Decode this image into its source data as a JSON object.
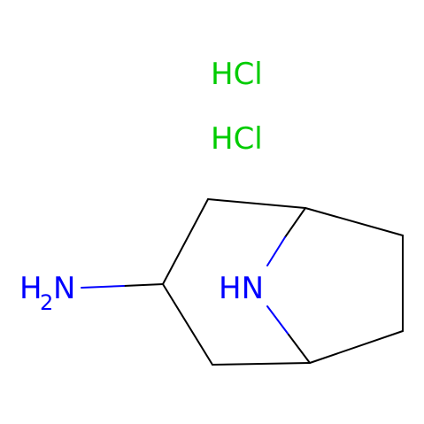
{
  "structure": {
    "salt_labels": [
      "HCl",
      "HCl"
    ],
    "amine": {
      "h": "H",
      "h_count": "2",
      "n": "N"
    },
    "bridge_nh": "HN"
  },
  "colors": {
    "bond": "#000000",
    "nitrogen": "#0000ff",
    "chlorine_salt": "#00cc00"
  }
}
